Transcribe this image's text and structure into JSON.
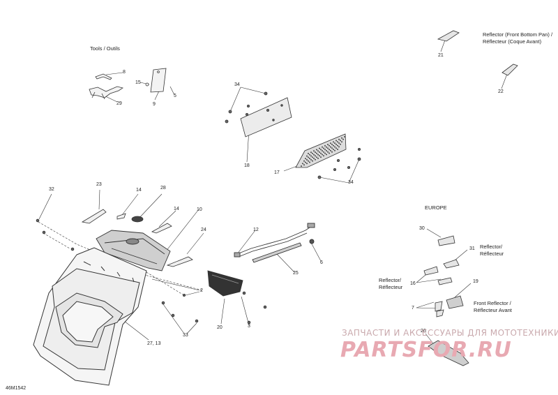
{
  "diagram": {
    "code": "46M1542",
    "captions": {
      "tools": "Tools / Outils",
      "reflector_front_bottom_pan": [
        "Reflector (Front Bottom Pan) /",
        "Réflecteur (Coque Avant)"
      ],
      "europe": "EUROPE",
      "reflector_1": [
        "Reflector/",
        "Réflecteur"
      ],
      "reflector_2": [
        "Reflector/",
        "Réflecteur"
      ],
      "front_reflector": [
        "Front Reflector /",
        "Réflecteur Avant"
      ]
    },
    "callouts": [
      "8",
      "15",
      "5",
      "9",
      "29",
      "34",
      "18",
      "17",
      "34",
      "21",
      "22",
      "32",
      "23",
      "14",
      "28",
      "14",
      "10",
      "24",
      "12",
      "6",
      "25",
      "2",
      "20",
      "3",
      "33",
      "27, 13",
      "30",
      "31",
      "16",
      "19",
      "7",
      "26"
    ]
  },
  "watermark": {
    "tagline": "ЗАПЧАСТИ И АКСЕССУАРЫ ДЛЯ МОТОТЕХНИКИ",
    "brand": "PARTSFOR.RU"
  },
  "colors": {
    "line": "#333333",
    "fill": "#f3f3f3",
    "dark": "#555555",
    "watermark": "#e8a9b2"
  }
}
